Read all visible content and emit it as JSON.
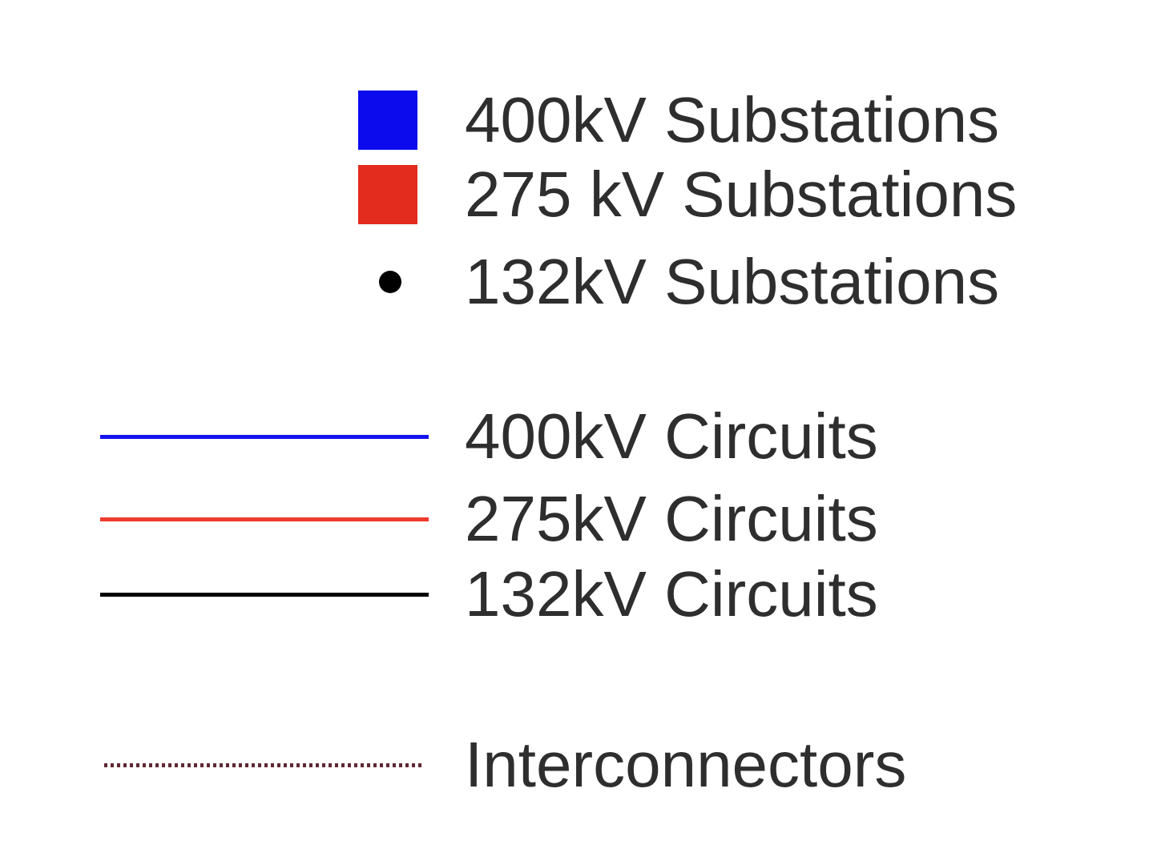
{
  "legend": {
    "substations": [
      {
        "label": "400kV Substations",
        "marker": "square",
        "color": "#0b0bee"
      },
      {
        "label": "275 kV Substations",
        "marker": "square",
        "color": "#e32b1e"
      },
      {
        "label": "132kV Substations",
        "marker": "dot",
        "color": "#000000"
      }
    ],
    "circuits": [
      {
        "label": "400kV Circuits",
        "line": "solid",
        "color": "#1414ee"
      },
      {
        "label": "275kV Circuits",
        "line": "solid",
        "color": "#ee3a2c"
      },
      {
        "label": "132kV Circuits",
        "line": "solid",
        "color": "#000000"
      }
    ],
    "interconnectors": [
      {
        "label": "Interconnectors",
        "line": "dotted",
        "color": "#602834"
      }
    ],
    "text_color": "#2e2e2e",
    "background_color": "#ffffff"
  }
}
